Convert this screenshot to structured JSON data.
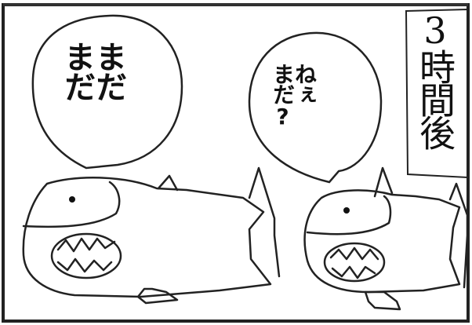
{
  "comic": {
    "time_caption": "3時間後",
    "left_creature_speech": "まだ\nまだ",
    "right_creature_speech": "ねぇ\nまだ?"
  }
}
